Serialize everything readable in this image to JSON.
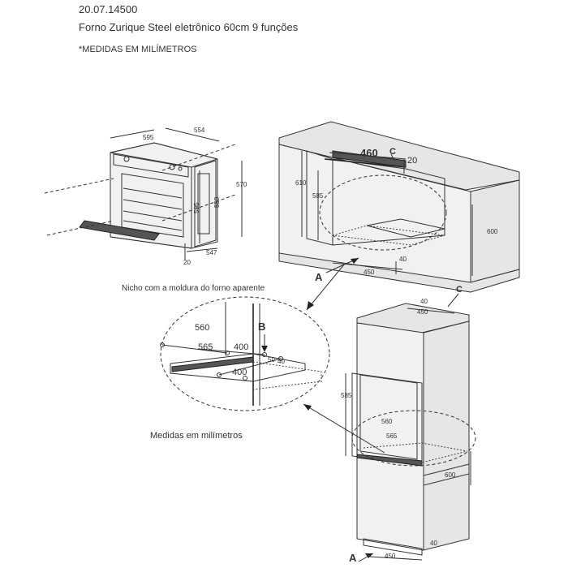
{
  "header": {
    "code": "20.07.14500",
    "title": "Forno Zurique Steel eletrônico 60cm 9 funções",
    "note": "*MEDIDAS EM MILÍMETROS"
  },
  "oven": {
    "dims": [
      "595",
      "554",
      "570",
      "595",
      "559",
      "20",
      "547"
    ]
  },
  "niche_cabinet": {
    "dims": [
      "460",
      "20",
      "610",
      "585",
      "600",
      "40",
      "450"
    ],
    "marker_a": "A",
    "marker_c": "C"
  },
  "detail": {
    "caption": "Nicho com a moldura do forno aparente",
    "dims": [
      "560",
      "565",
      "400",
      "400",
      "50",
      "40"
    ],
    "marker_b": "B"
  },
  "column_cabinet": {
    "dims": [
      "40",
      "450",
      "585",
      "560",
      "565",
      "600",
      "40",
      "450"
    ],
    "marker_a": "A",
    "marker_c": "C"
  },
  "footer_note": "Medidas em milímetros"
}
